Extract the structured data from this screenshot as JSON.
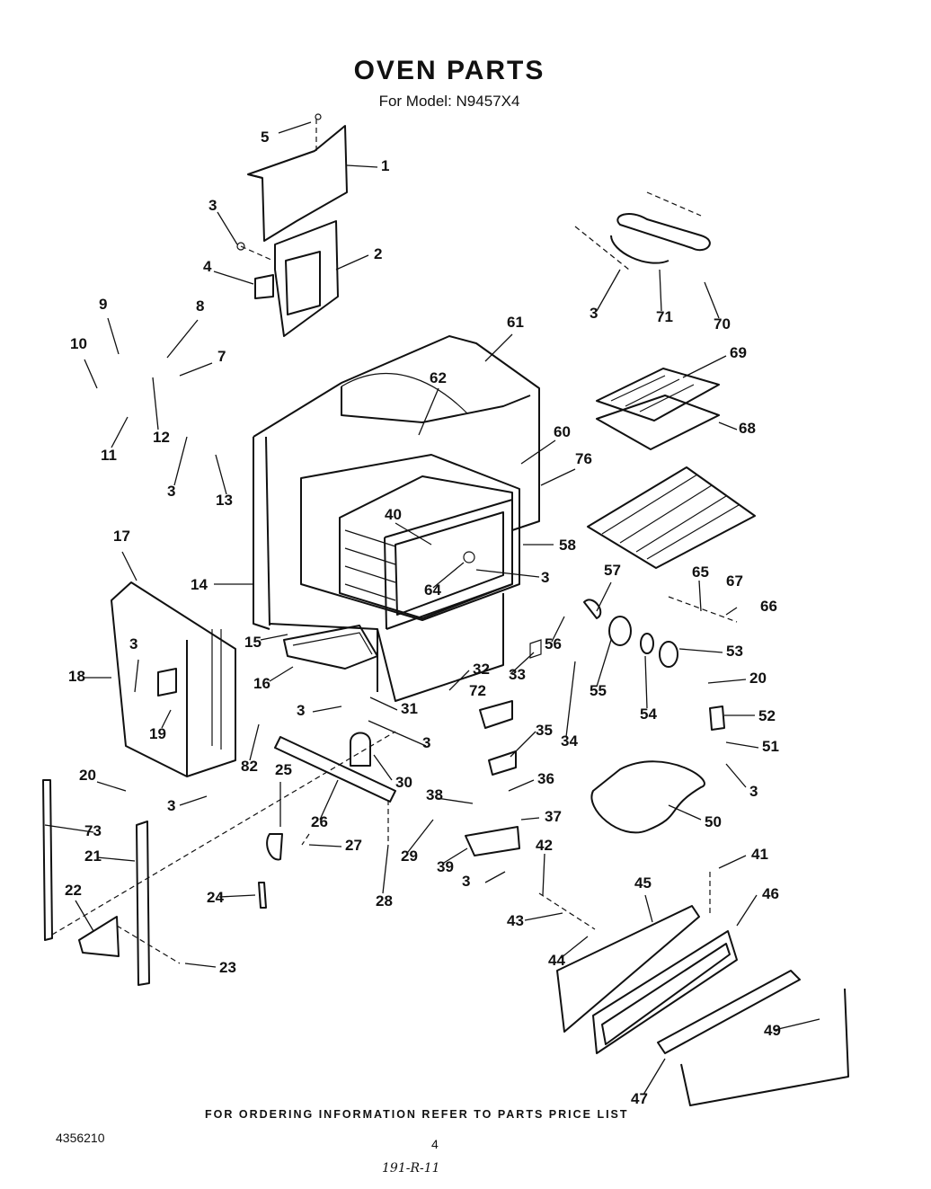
{
  "header": {
    "title": "OVEN PARTS",
    "subtitle": "For Model: N9457X4"
  },
  "footer": {
    "order_note": "FOR ORDERING INFORMATION REFER TO PARTS PRICE LIST",
    "doc_number": "4356210",
    "page_number": "4",
    "handwritten": "191-R-11"
  },
  "callouts": {
    "c1": "1",
    "c2": "2",
    "c3": "3",
    "c4": "4",
    "c5": "5",
    "c7": "7",
    "c8": "8",
    "c9": "9",
    "c10": "10",
    "c11": "11",
    "c12": "12",
    "c13": "13",
    "c14": "14",
    "c15": "15",
    "c16": "16",
    "c17": "17",
    "c18": "18",
    "c19": "19",
    "c20": "20",
    "c21": "21",
    "c22": "22",
    "c23": "23",
    "c24": "24",
    "c25": "25",
    "c26": "26",
    "c27": "27",
    "c28": "28",
    "c29": "29",
    "c30": "30",
    "c31": "31",
    "c32": "32",
    "c33": "33",
    "c34": "34",
    "c35": "35",
    "c36": "36",
    "c37": "37",
    "c38": "38",
    "c39": "39",
    "c40": "40",
    "c41": "41",
    "c42": "42",
    "c43": "43",
    "c44": "44",
    "c45": "45",
    "c46": "46",
    "c47": "47",
    "c49": "49",
    "c50": "50",
    "c51": "51",
    "c52": "52",
    "c53": "53",
    "c54": "54",
    "c55": "55",
    "c56": "56",
    "c57": "57",
    "c58": "58",
    "c60": "60",
    "c61": "61",
    "c62": "62",
    "c64": "64",
    "c65": "65",
    "c66": "66",
    "c67": "67",
    "c68": "68",
    "c69": "69",
    "c70": "70",
    "c71": "71",
    "c72": "72",
    "c73": "73",
    "c76": "76",
    "c82": "82"
  }
}
